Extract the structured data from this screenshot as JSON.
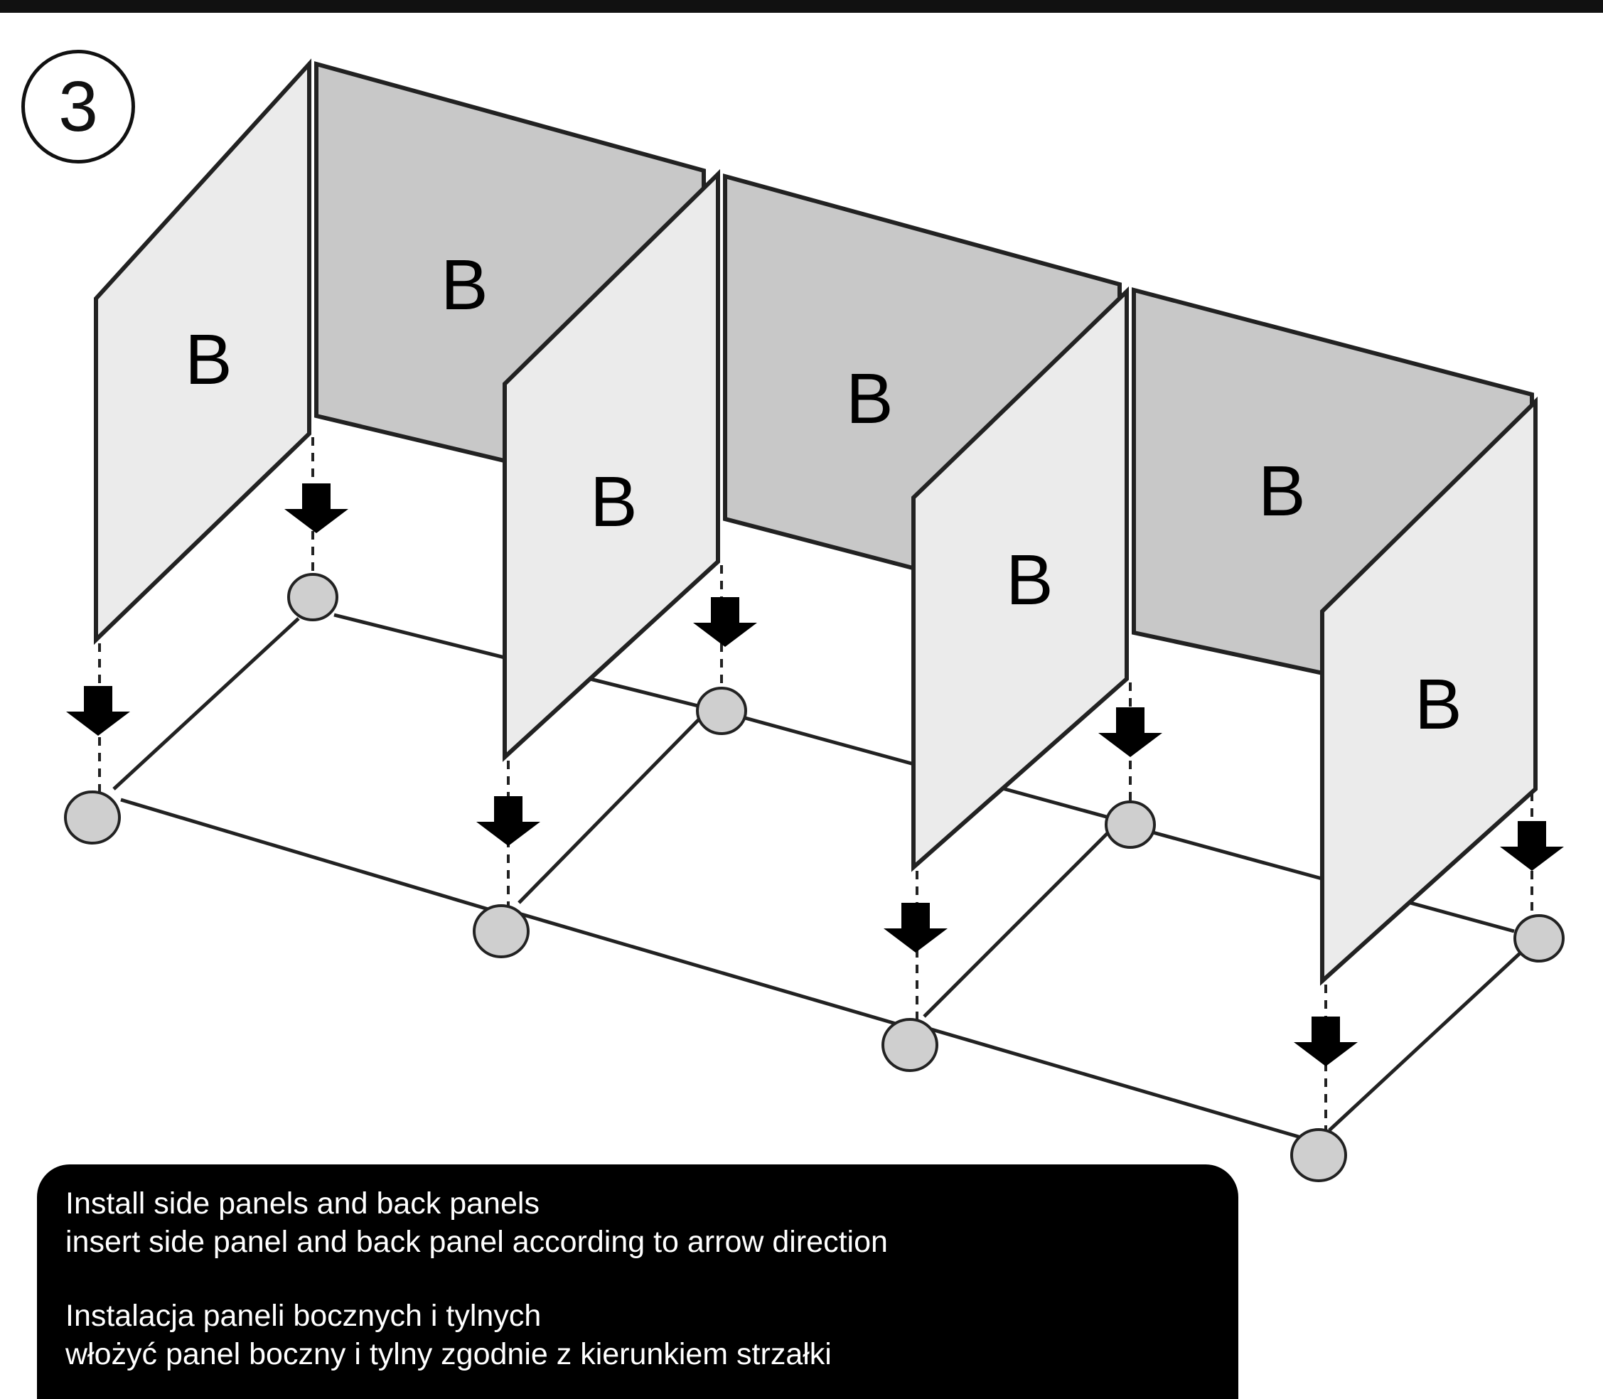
{
  "step": {
    "number": "3"
  },
  "panels": [
    {
      "id": "side-1",
      "kind": "side",
      "label": "B"
    },
    {
      "id": "back-1",
      "kind": "back",
      "label": "B"
    },
    {
      "id": "side-2",
      "kind": "side",
      "label": "B"
    },
    {
      "id": "back-2",
      "kind": "back",
      "label": "B"
    },
    {
      "id": "side-3",
      "kind": "side",
      "label": "B"
    },
    {
      "id": "back-3",
      "kind": "back",
      "label": "B"
    },
    {
      "id": "side-4",
      "kind": "side",
      "label": "B"
    }
  ],
  "colors": {
    "side_panel": "#ebebeb",
    "back_panel": "#c8c8c8",
    "frame": "#222222",
    "connector": "#cfcfcf",
    "caption_bg": "#000000",
    "caption_text": "#ffffff"
  },
  "caption": {
    "line1": "Install side panels and back panels",
    "line2": "insert side panel and back panel according to arrow direction",
    "line3": "Instalacja paneli bocznych i tylnych",
    "line4": "włożyć panel boczny i tylny zgodnie z kierunkiem strzałki"
  }
}
